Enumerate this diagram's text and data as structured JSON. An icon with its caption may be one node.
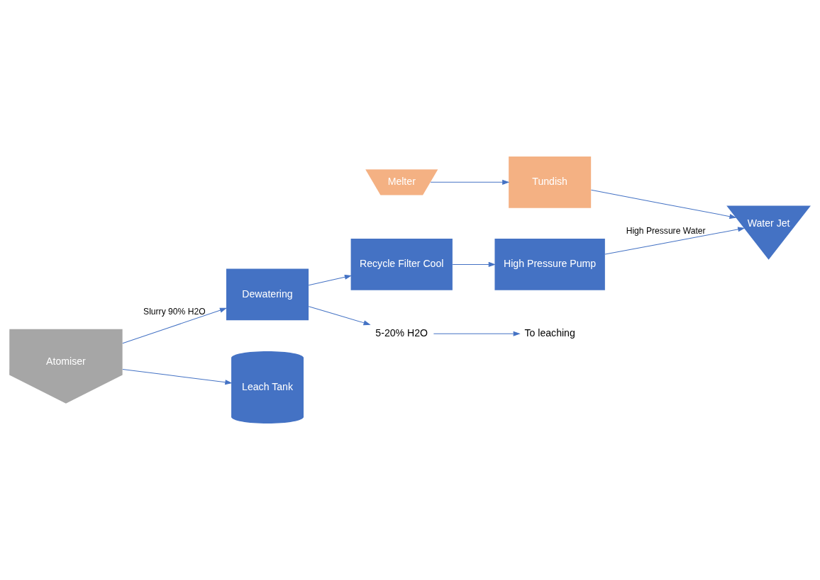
{
  "diagram": {
    "nodes": [
      {
        "text": [
          "Melter"
        ]
      },
      {
        "text": [
          "Tundish"
        ]
      },
      {
        "text": [
          "Water Jet"
        ]
      },
      {
        "text": [
          "Atomiser"
        ]
      },
      {
        "text": [
          "Dewatering"
        ]
      },
      {
        "text": [
          "Recycle Filter Cool"
        ]
      },
      {
        "text": [
          "Leach Tank"
        ]
      },
      {
        "text": [
          "5-20% H2O"
        ]
      },
      {
        "text": [
          "To leaching"
        ]
      },
      {
        "text": [
          "High Pressure Pump"
        ]
      }
    ],
    "edges": [
      {
        "from": 0,
        "to": 1,
        "arrow": "to"
      },
      {
        "from": 1,
        "to": 2,
        "arrow": "to"
      },
      {
        "from": 3,
        "to": 4,
        "arrow": "to",
        "label": "Slurry 90% H2O"
      },
      {
        "from": 3,
        "to": 6,
        "arrow": "to"
      },
      {
        "from": 4,
        "to": 5,
        "arrow": "to"
      },
      {
        "from": 4,
        "to": 7,
        "arrow": "to"
      },
      {
        "from": 7,
        "to": 8,
        "arrow": "to"
      },
      {
        "from": 5,
        "to": 9,
        "arrow": "to"
      },
      {
        "from": 9,
        "to": 2,
        "arrow": "to",
        "label": "High Pressure Water"
      }
    ]
  }
}
